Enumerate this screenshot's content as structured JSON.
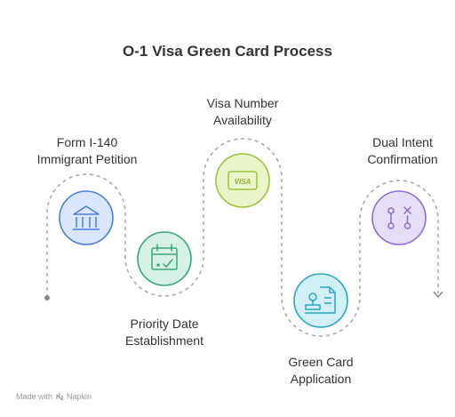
{
  "title": "O-1 Visa Green Card Process",
  "steps": [
    {
      "line1": "Form I-140",
      "line2": "Immigrant Petition",
      "icon": "bank-icon",
      "color": "#4a7fd6",
      "fill": "#d9e6fb"
    },
    {
      "line1": "Priority Date",
      "line2": "Establishment",
      "icon": "calendar-check-icon",
      "color": "#3aa77a",
      "fill": "#d6f2e6"
    },
    {
      "line1": "Visa Number",
      "line2": "Availability",
      "icon": "visa-card-icon",
      "color": "#9bc43b",
      "fill": "#eaf5c9"
    },
    {
      "line1": "Green Card",
      "line2": "Application",
      "icon": "document-stamp-icon",
      "color": "#28a6c4",
      "fill": "#d2f0f7"
    },
    {
      "line1": "Dual Intent",
      "line2": "Confirmation",
      "icon": "options-icon",
      "color": "#8f6ad1",
      "fill": "#e6ddf7"
    }
  ],
  "visa_badge": "VISA",
  "footer": {
    "made_with": "Made with",
    "brand": "Napkin"
  }
}
